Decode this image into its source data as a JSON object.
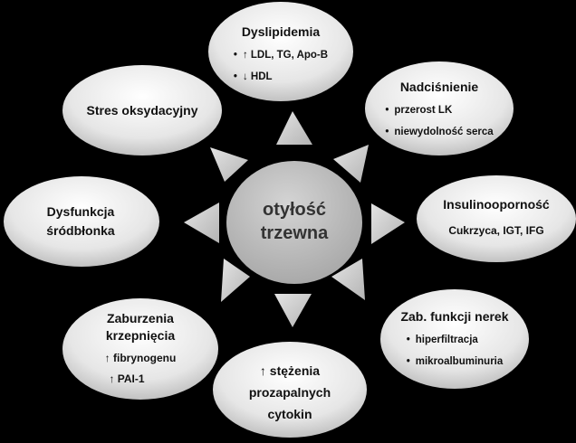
{
  "center": {
    "line1": "otyłość",
    "line2": "trzewna"
  },
  "nodes": {
    "dyslipidemia": {
      "title": "Dyslipidemia",
      "items": [
        "↑ LDL, TG, Apo-B",
        "↓ HDL"
      ]
    },
    "nadcisnienie": {
      "title": "Nadciśnienie",
      "items": [
        "przerost LK",
        "niewydolność serca"
      ]
    },
    "insulinoopornosc": {
      "title": "Insulinooporność",
      "detail": "Cukrzyca, IGT, IFG"
    },
    "nerki": {
      "title": "Zab. funkcji nerek",
      "items": [
        "hiperfiltracja",
        "mikroalbuminuria"
      ]
    },
    "cytokiny": {
      "lines": [
        "↑ stężenia",
        "prozapalnych",
        "cytokin"
      ]
    },
    "krzepniecie": {
      "title_lines": [
        "Zaburzenia",
        "krzepnięcia"
      ],
      "lines": [
        "↑ fibrynogenu",
        "↑ PAI-1"
      ]
    },
    "dysfunkcja": {
      "lines": [
        "Dysfunkcja",
        "śródbłonka"
      ]
    },
    "stres": {
      "title": "Stres oksydacyjny"
    }
  },
  "bullet_symbol": "•",
  "colors": {
    "background": "#000000",
    "ellipse_light": "#f2f2f2",
    "ellipse_dark": "#bfbfbf",
    "triangle": "#d0d0d0",
    "center": "#c4c4c4"
  }
}
